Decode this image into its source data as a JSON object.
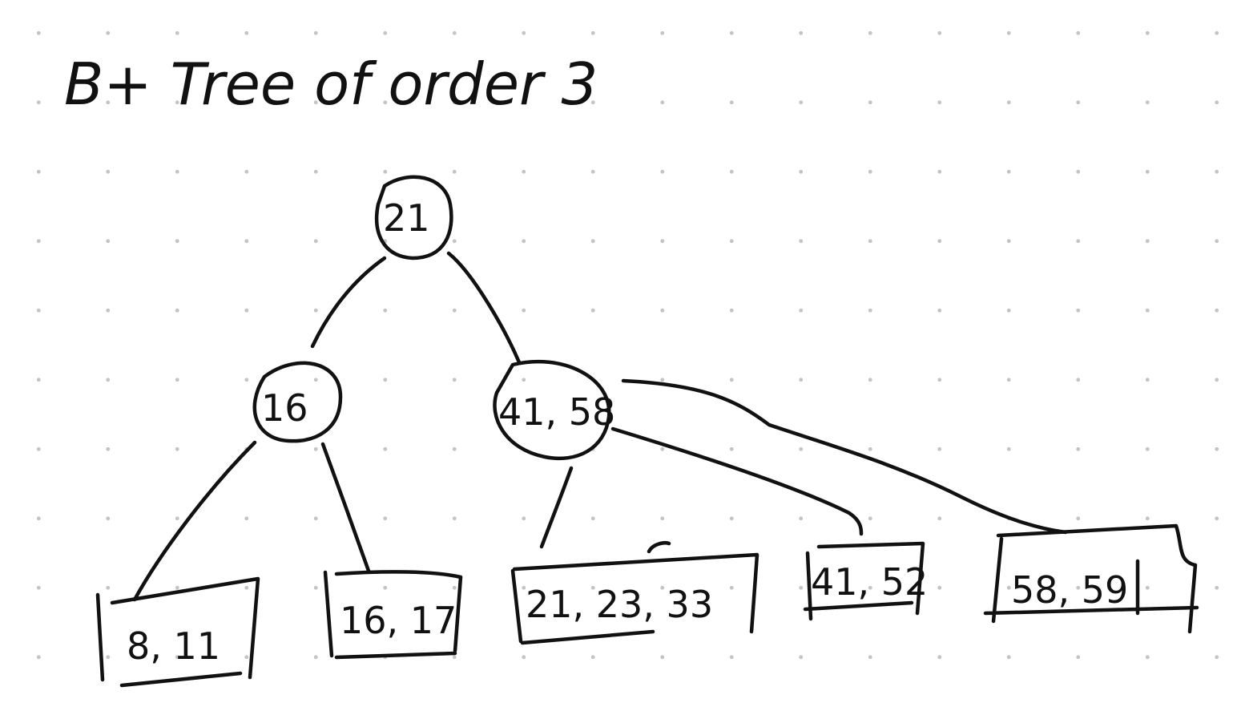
{
  "title": "B+ Tree of order 3",
  "tree": {
    "root": "21",
    "internal": [
      "16",
      "41, 58"
    ],
    "leaves": [
      "8, 11",
      "16, 17",
      "21, 23, 33",
      "41, 52",
      "58, 59"
    ]
  }
}
